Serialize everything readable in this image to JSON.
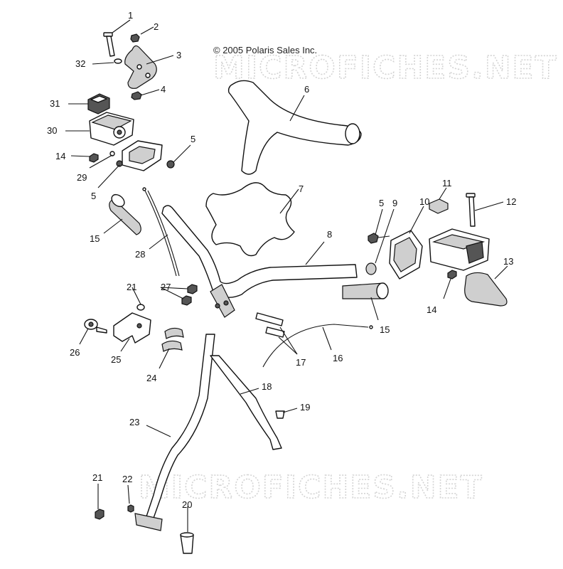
{
  "copyright": "© 2005 Polaris Sales Inc.",
  "watermark": "MICROFICHES.NET",
  "callouts": [
    {
      "id": "c1",
      "text": "1"
    },
    {
      "id": "c2",
      "text": "2"
    },
    {
      "id": "c3",
      "text": "3"
    },
    {
      "id": "c4",
      "text": "4"
    },
    {
      "id": "c5a",
      "text": "5"
    },
    {
      "id": "c5b",
      "text": "5"
    },
    {
      "id": "c5c",
      "text": "5"
    },
    {
      "id": "c6",
      "text": "6"
    },
    {
      "id": "c7",
      "text": "7"
    },
    {
      "id": "c8",
      "text": "8"
    },
    {
      "id": "c9",
      "text": "9"
    },
    {
      "id": "c10",
      "text": "10"
    },
    {
      "id": "c11",
      "text": "11"
    },
    {
      "id": "c12",
      "text": "12"
    },
    {
      "id": "c13",
      "text": "13"
    },
    {
      "id": "c14a",
      "text": "14"
    },
    {
      "id": "c14b",
      "text": "14"
    },
    {
      "id": "c15a",
      "text": "15"
    },
    {
      "id": "c15b",
      "text": "15"
    },
    {
      "id": "c16",
      "text": "16"
    },
    {
      "id": "c17",
      "text": "17"
    },
    {
      "id": "c18",
      "text": "18"
    },
    {
      "id": "c19",
      "text": "19"
    },
    {
      "id": "c20",
      "text": "20"
    },
    {
      "id": "c21a",
      "text": "21"
    },
    {
      "id": "c21b",
      "text": "21"
    },
    {
      "id": "c22",
      "text": "22"
    },
    {
      "id": "c23",
      "text": "23"
    },
    {
      "id": "c24",
      "text": "24"
    },
    {
      "id": "c25",
      "text": "25"
    },
    {
      "id": "c26",
      "text": "26"
    },
    {
      "id": "c27",
      "text": "27"
    },
    {
      "id": "c28",
      "text": "28"
    },
    {
      "id": "c29",
      "text": "29"
    },
    {
      "id": "c30",
      "text": "30"
    },
    {
      "id": "c31",
      "text": "31"
    },
    {
      "id": "c32",
      "text": "32"
    }
  ]
}
